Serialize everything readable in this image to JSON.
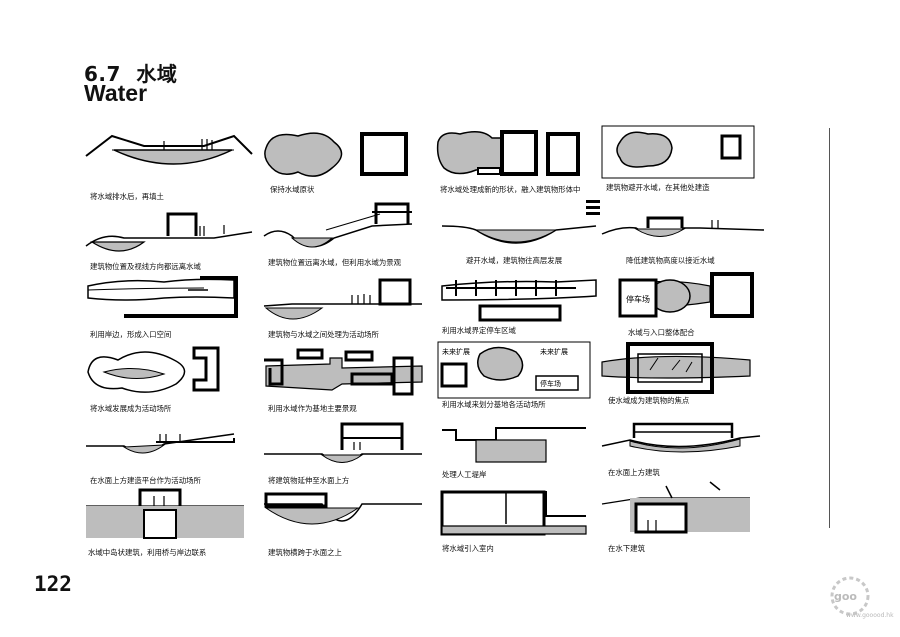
{
  "heading": {
    "number": "6.7",
    "cn": "水域",
    "en": "Water"
  },
  "page_number": "122",
  "watermark_text": "www.gooood.hk",
  "captions": [
    [
      "将水域排水后，再填土",
      "保持水域原状",
      "将水域处理成新的形状，融入建筑物形体中",
      "建筑物避开水域，在其他处建造"
    ],
    [
      "建筑物位置及视线方向都远离水域",
      "建筑物位置远离水域，但利用水域为景观",
      "避开水域，建筑物往高层发展",
      "降低建筑物高度以接近水域"
    ],
    [
      "利用岸边，形成入口空间",
      "建筑物与水域之间处理为活动场所",
      "利用水域界定停车区域",
      "水域与入口整体配合"
    ],
    [
      "将水域发展成为活动场所",
      "利用水域作为基地主要景观",
      "利用水域来划分基地各活动场所",
      "使水域成为建筑物的焦点"
    ],
    [
      "在水面上方建造平台作为活动场所",
      "将建筑物延伸至水面上方",
      "处理人工堤岸",
      "在水面上方建筑"
    ],
    [
      "水域中岛状建筑，利用桥与岸边联系",
      "建筑物横跨于水面之上",
      "将水域引入室内",
      "在水下建筑"
    ]
  ],
  "sketch_labels": {
    "parking": "停车场",
    "future_expand": "未来扩展"
  }
}
